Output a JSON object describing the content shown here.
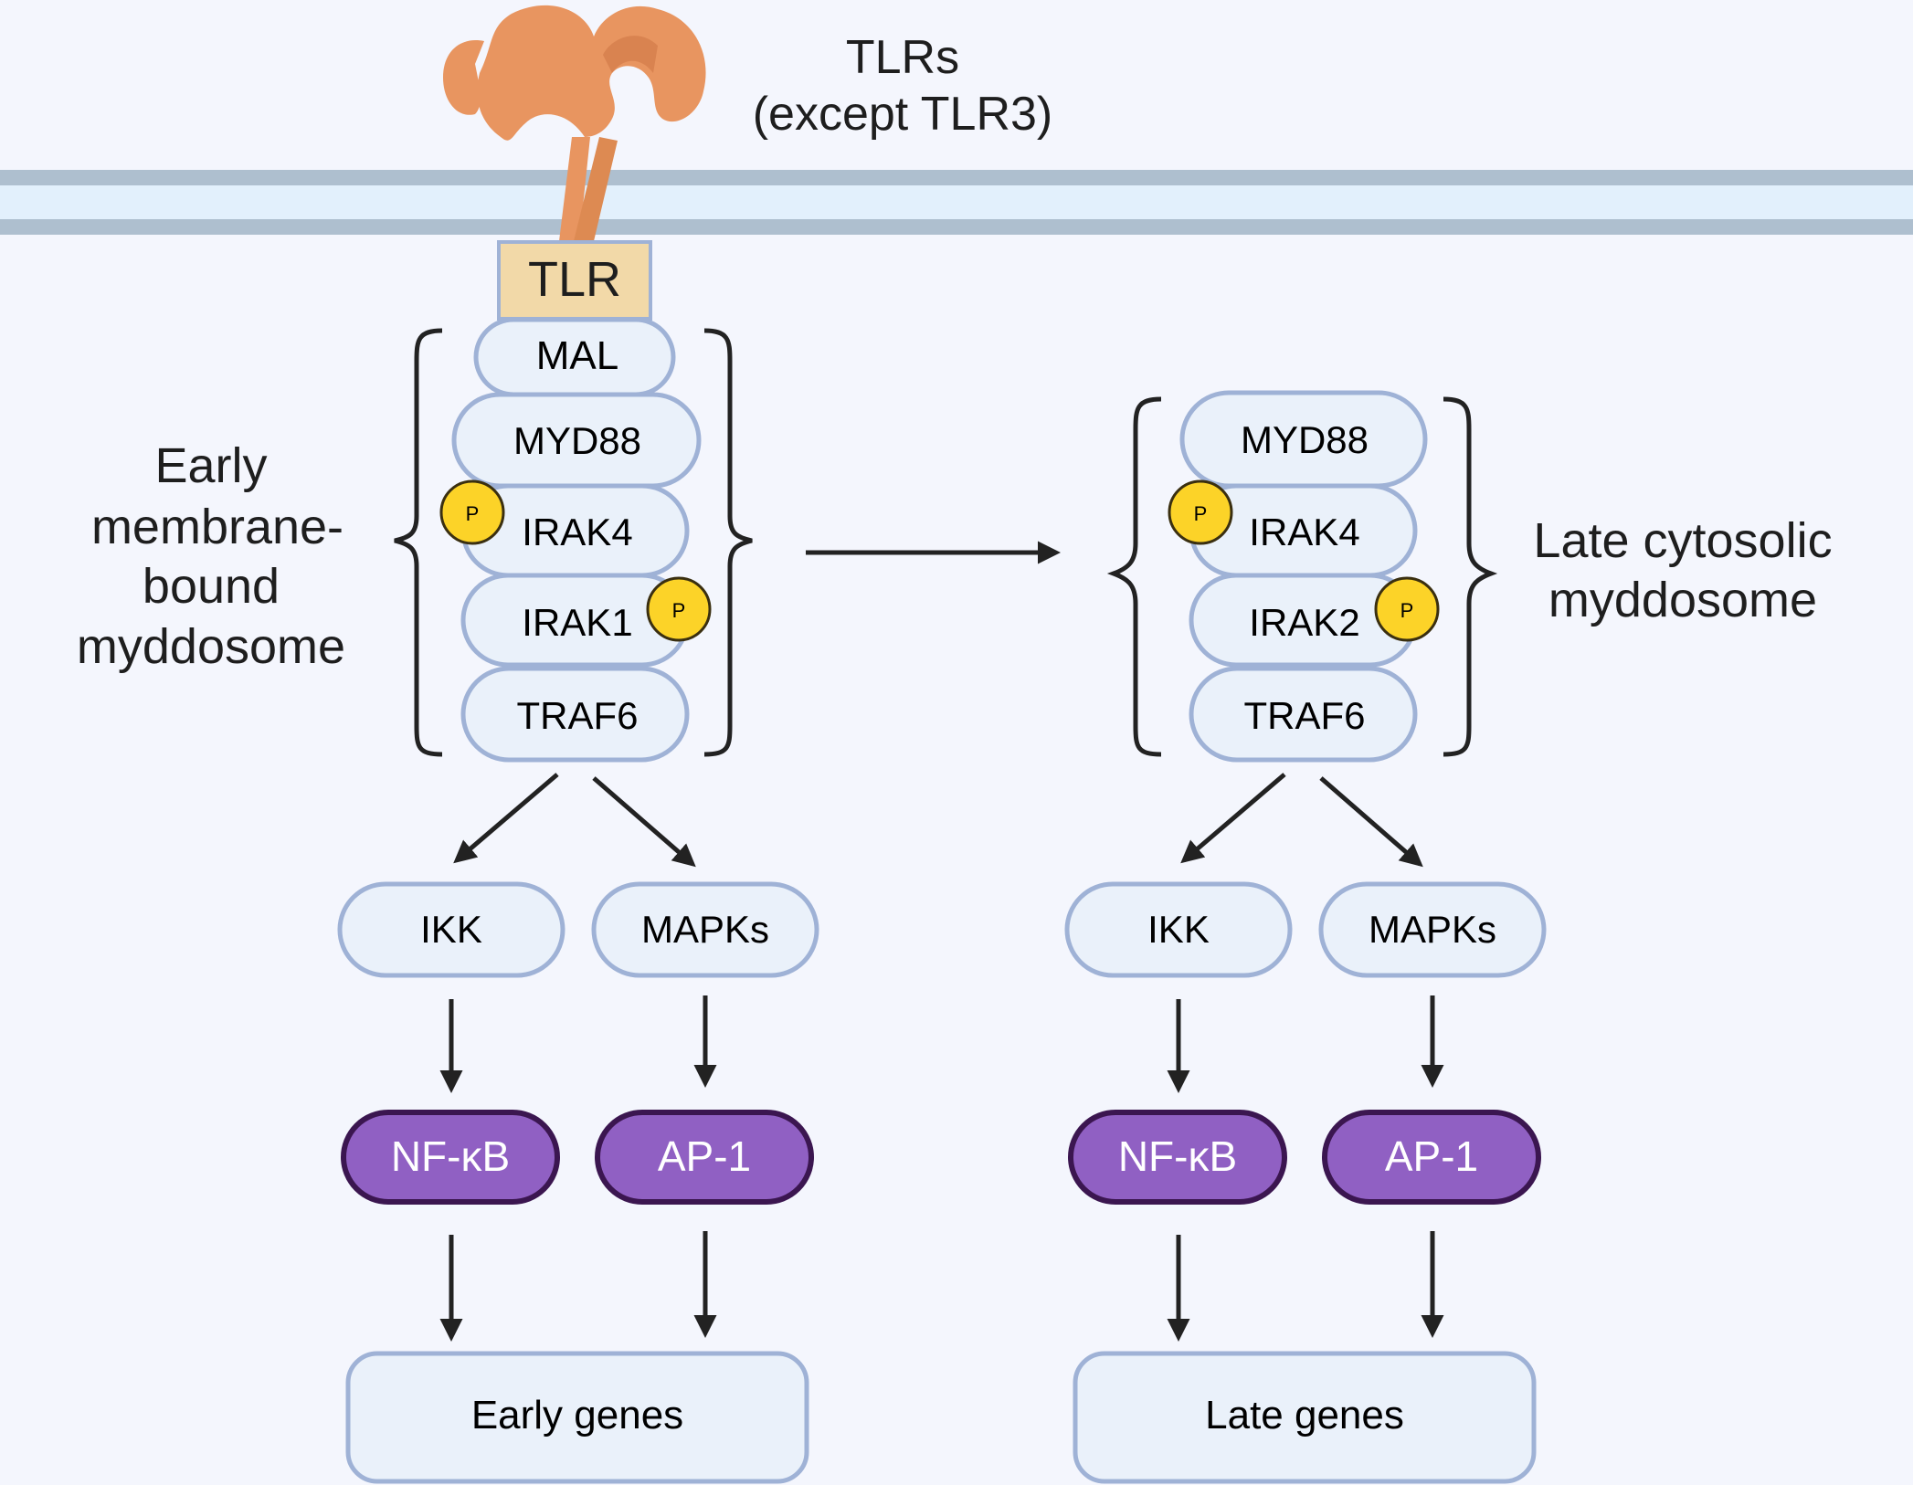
{
  "receptor": {
    "title_line1": "TLRs",
    "title_line2": "(except TLR3)",
    "box_label": "TLR"
  },
  "early": {
    "label_lines": [
      "Early",
      "membrane-",
      "bound",
      "myddosome"
    ],
    "proteins": [
      "MAL",
      "MYD88",
      "IRAK4",
      "IRAK1",
      "TRAF6"
    ],
    "kinases": [
      "IKK",
      "MAPKs"
    ],
    "factors": [
      "NF-κB",
      "AP-1"
    ],
    "genes": "Early genes"
  },
  "late": {
    "label_lines": [
      "Late cytosolic",
      "myddosome"
    ],
    "proteins": [
      "MYD88",
      "IRAK4",
      "IRAK2",
      "TRAF6"
    ],
    "kinases": [
      "IKK",
      "MAPKs"
    ],
    "factors": [
      "NF-κB",
      "AP-1"
    ],
    "genes": "Late genes"
  },
  "phospho_label": "P",
  "colors": {
    "background": "#f4f6fd",
    "membrane_line": "#aebfcf",
    "membrane_fill": "#e2f0fc",
    "receptor": "#e89560",
    "tlr_box": "#f2d9a8",
    "protein_fill": "#eaf1fa",
    "protein_border": "#9fb2d6",
    "factor_fill": "#9060c3",
    "factor_border": "#3b1650",
    "phospho": "#fcd328",
    "arrow": "#222222"
  }
}
